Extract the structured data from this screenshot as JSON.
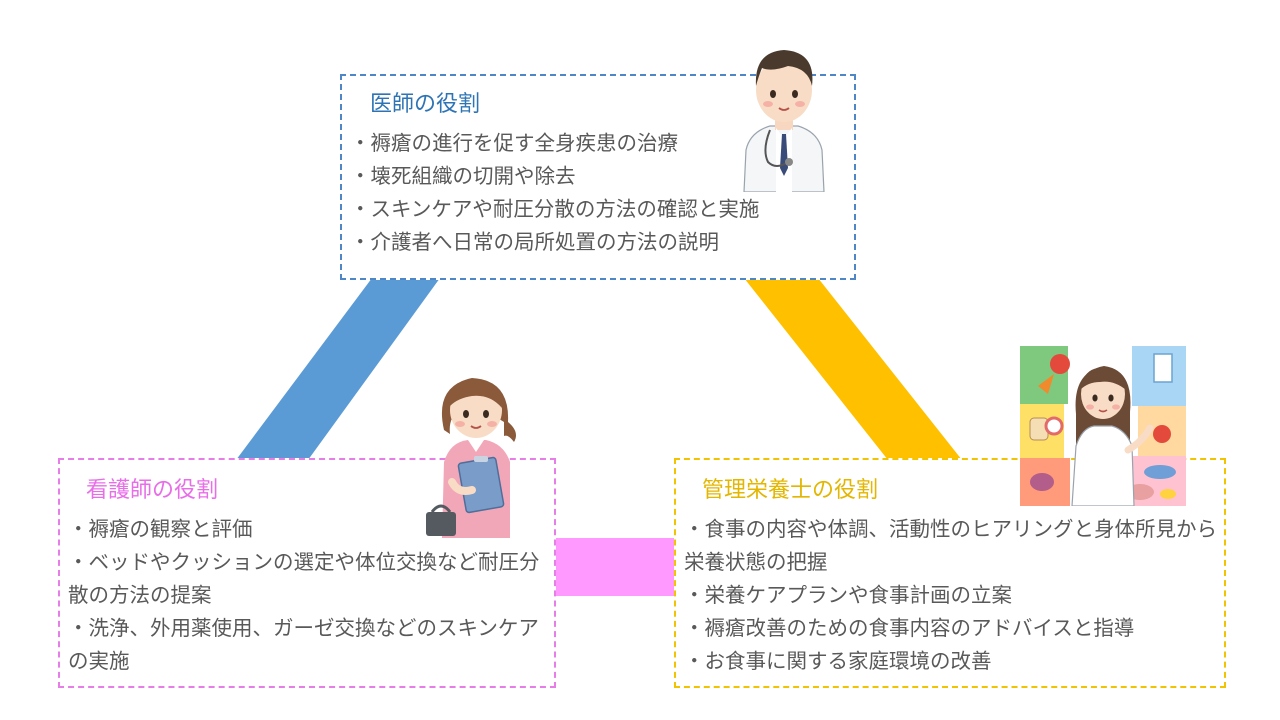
{
  "colors": {
    "doctor": "#5b9bd5",
    "nurse": "#ff99ff",
    "nutritionist": "#ffc000",
    "body_text": "#595959"
  },
  "doctor": {
    "title": "医師の役割",
    "items": [
      "褥瘡の進行を促す全身疾患の治療",
      "壊死組織の切開や除去",
      "スキンケアや耐圧分散の方法の確認と実施",
      "介護者へ日常の局所処置の方法の説明"
    ],
    "illustration": "doctor-icon"
  },
  "nurse": {
    "title": "看護師の役割",
    "items": [
      "褥瘡の観察と評価",
      "ベッドやクッションの選定や体位交換など耐圧分散の方法の提案",
      "洗浄、外用薬使用、ガーゼ交換などのスキンケアの実施"
    ],
    "illustration": "nurse-icon"
  },
  "nutritionist": {
    "title": "管理栄養士の役割",
    "items": [
      "食事の内容や体調、活動性のヒアリングと身体所見から栄養状態の把握",
      "栄養ケアプランや食事計画の立案",
      "褥瘡改善のための食事内容のアドバイスと指導",
      "お食事に関する家庭環境の改善"
    ],
    "illustration": "nutritionist-icon"
  }
}
